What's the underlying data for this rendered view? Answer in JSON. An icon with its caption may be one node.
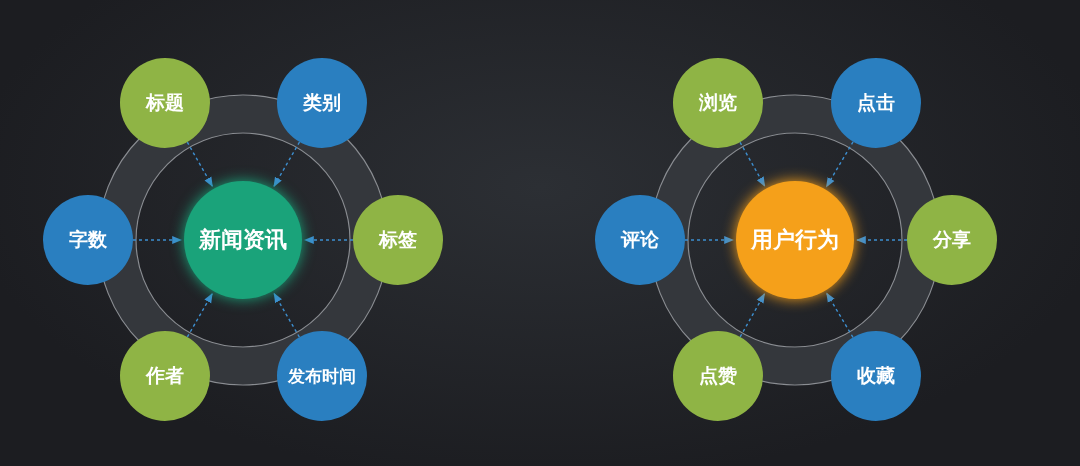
{
  "diagram": {
    "nodes": [
      {
        "text": [
          "新闻资讯"
        ]
      },
      {
        "text": [
          "标题"
        ]
      },
      {
        "text": [
          "类别"
        ]
      },
      {
        "text": [
          "字数"
        ]
      },
      {
        "text": [
          "标签"
        ]
      },
      {
        "text": [
          "作者"
        ]
      },
      {
        "text": [
          "发布时间"
        ]
      },
      {
        "text": [
          "用户行为"
        ]
      },
      {
        "text": [
          "浏览"
        ]
      },
      {
        "text": [
          "点击"
        ]
      },
      {
        "text": [
          "评论"
        ]
      },
      {
        "text": [
          "分享"
        ]
      },
      {
        "text": [
          "点赞"
        ]
      },
      {
        "text": [
          "收藏"
        ]
      }
    ],
    "edges": [
      {
        "from": 1,
        "to": 0,
        "arrow": "to",
        "style": "dashed"
      },
      {
        "from": 2,
        "to": 0,
        "arrow": "to",
        "style": "dashed"
      },
      {
        "from": 3,
        "to": 0,
        "arrow": "to",
        "style": "dashed"
      },
      {
        "from": 4,
        "to": 0,
        "arrow": "to",
        "style": "dashed"
      },
      {
        "from": 5,
        "to": 0,
        "arrow": "to",
        "style": "dashed"
      },
      {
        "from": 6,
        "to": 0,
        "arrow": "to",
        "style": "dashed"
      },
      {
        "from": 8,
        "to": 7,
        "arrow": "to",
        "style": "dashed"
      },
      {
        "from": 9,
        "to": 7,
        "arrow": "to",
        "style": "dashed"
      },
      {
        "from": 10,
        "to": 7,
        "arrow": "to",
        "style": "dashed"
      },
      {
        "from": 11,
        "to": 7,
        "arrow": "to",
        "style": "dashed"
      },
      {
        "from": 12,
        "to": 7,
        "arrow": "to",
        "style": "dashed"
      },
      {
        "from": 13,
        "to": 7,
        "arrow": "to",
        "style": "dashed"
      }
    ]
  }
}
